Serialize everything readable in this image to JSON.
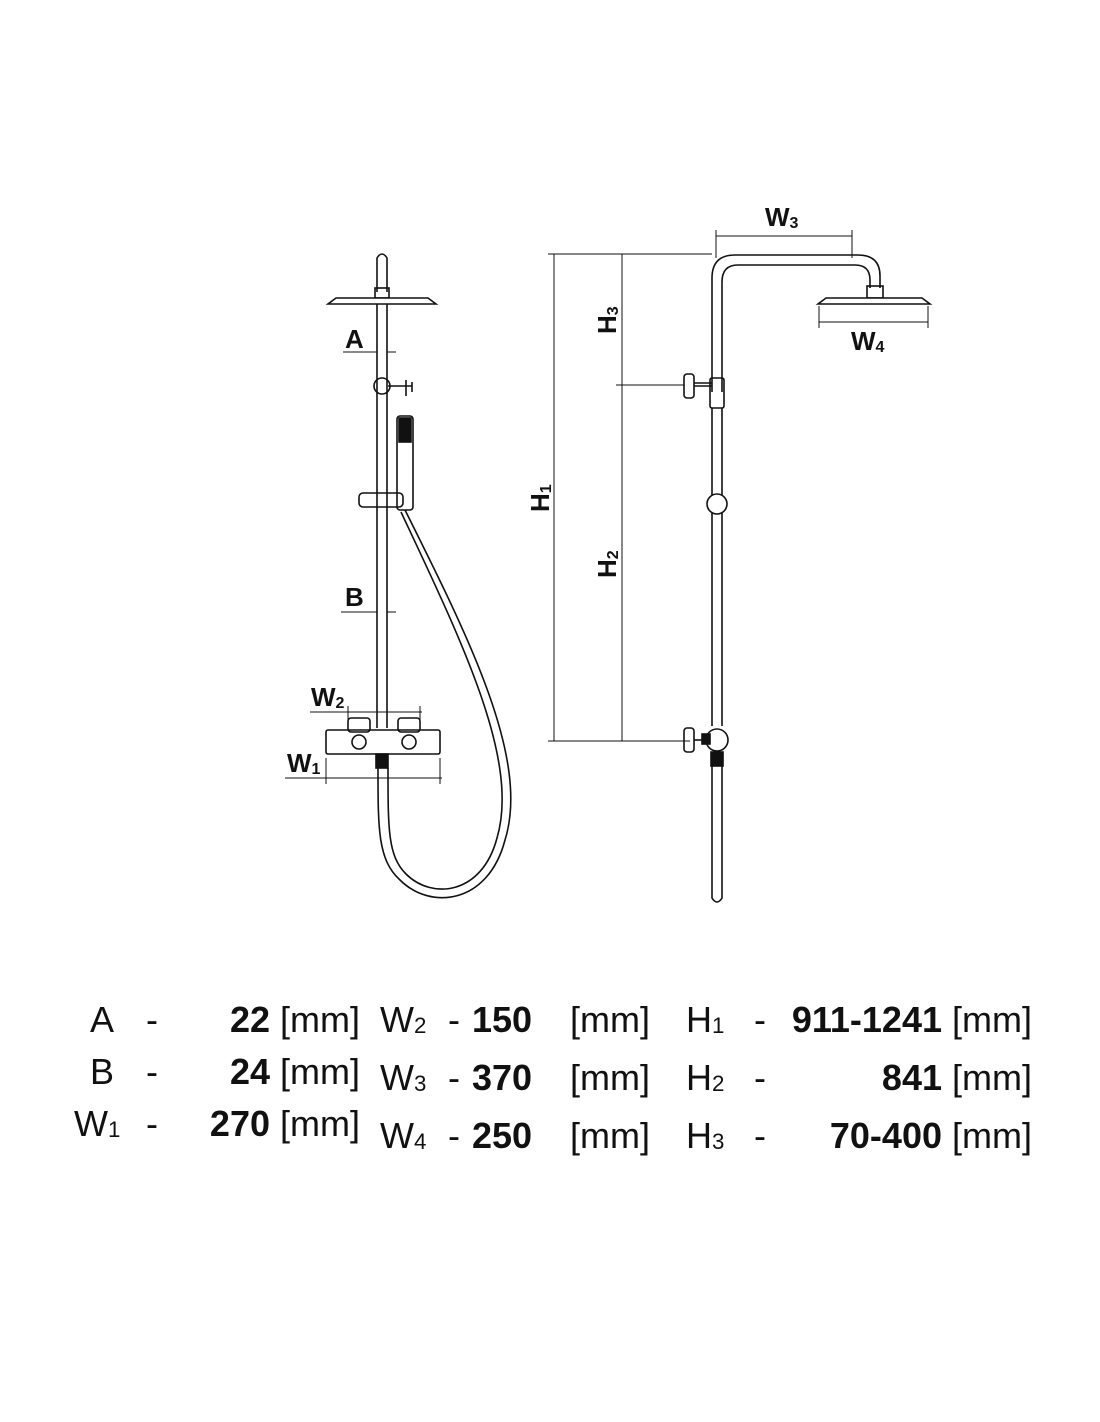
{
  "diagram": {
    "labels": {
      "A": "A",
      "B": "B",
      "W1": {
        "base": "W",
        "sub": "1"
      },
      "W2": {
        "base": "W",
        "sub": "2"
      },
      "W3": {
        "base": "W",
        "sub": "3"
      },
      "W4": {
        "base": "W",
        "sub": "4"
      },
      "H1": {
        "base": "H",
        "sub": "1"
      },
      "H2": {
        "base": "H",
        "sub": "2"
      },
      "H3": {
        "base": "H",
        "sub": "3"
      }
    }
  },
  "specs": {
    "col1": [
      {
        "sym": "A",
        "sub": "",
        "dash": "-",
        "value": "22",
        "unit": "[mm]"
      },
      {
        "sym": "B",
        "sub": "",
        "dash": "-",
        "value": "24",
        "unit": "[mm]"
      },
      {
        "sym": "W",
        "sub": "1",
        "dash": "-",
        "value": "270",
        "unit": "[mm]"
      }
    ],
    "col2": [
      {
        "sym": "W",
        "sub": "2",
        "dash": "-",
        "value": "150",
        "unit": "[mm]"
      },
      {
        "sym": "W",
        "sub": "3",
        "dash": "-",
        "value": "370",
        "unit": "[mm]"
      },
      {
        "sym": "W",
        "sub": "4",
        "dash": "-",
        "value": "250",
        "unit": "[mm]"
      }
    ],
    "col3": [
      {
        "sym": "H",
        "sub": "1",
        "dash": "-",
        "value": "911-1241",
        "unit": "[mm]"
      },
      {
        "sym": "H",
        "sub": "2",
        "dash": "-",
        "value": "841",
        "unit": "[mm]"
      },
      {
        "sym": "H",
        "sub": "3",
        "dash": "-",
        "value": "70-400",
        "unit": "[mm]"
      }
    ]
  }
}
